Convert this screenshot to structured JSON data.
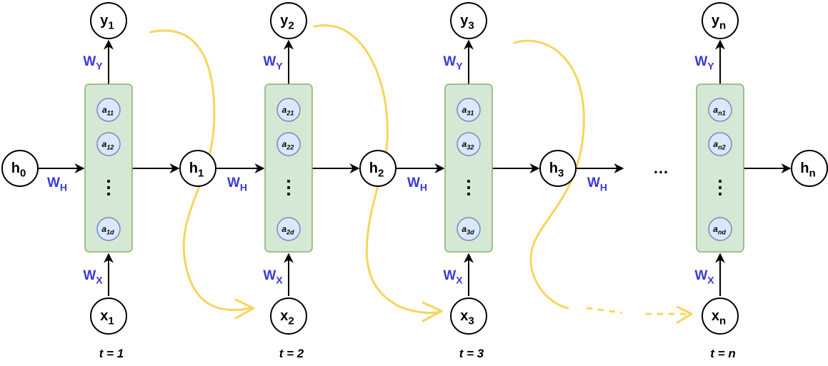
{
  "colors": {
    "cell_fill": "#d5e8d4",
    "cell_stroke": "#82b366",
    "unit_fill": "#dae8fc",
    "unit_stroke": "#6c8ebf",
    "weight_label": "#3a3ad6",
    "flow_curve": "#f7d55c",
    "edge": "#000000"
  },
  "initial_state": {
    "base": "h",
    "sub": "0"
  },
  "final_state": {
    "base": "h",
    "sub": "n"
  },
  "ellipsis": "…",
  "vertical_ellipsis": "⋮",
  "weights": {
    "wy": {
      "base": "W",
      "sub": "Y"
    },
    "wh": {
      "base": "W",
      "sub": "H"
    },
    "wx": {
      "base": "W",
      "sub": "X"
    }
  },
  "steps": [
    {
      "time_label": "t = 1",
      "output": {
        "base": "y",
        "sub": "1"
      },
      "input": {
        "base": "x",
        "sub": "1"
      },
      "hidden": {
        "base": "h",
        "sub": "1"
      },
      "units": [
        {
          "base": "a",
          "sub": "11"
        },
        {
          "base": "a",
          "sub": "12"
        },
        {
          "base": "a",
          "sub": "1d"
        }
      ]
    },
    {
      "time_label": "t = 2",
      "output": {
        "base": "y",
        "sub": "2"
      },
      "input": {
        "base": "x",
        "sub": "2"
      },
      "hidden": {
        "base": "h",
        "sub": "2"
      },
      "units": [
        {
          "base": "a",
          "sub": "21"
        },
        {
          "base": "a",
          "sub": "22"
        },
        {
          "base": "a",
          "sub": "2d"
        }
      ]
    },
    {
      "time_label": "t = 3",
      "output": {
        "base": "y",
        "sub": "3"
      },
      "input": {
        "base": "x",
        "sub": "3"
      },
      "hidden": {
        "base": "h",
        "sub": "3"
      },
      "units": [
        {
          "base": "a",
          "sub": "31"
        },
        {
          "base": "a",
          "sub": "32"
        },
        {
          "base": "a",
          "sub": "3d"
        }
      ]
    },
    {
      "time_label": "t = n",
      "output": {
        "base": "y",
        "sub": "n"
      },
      "input": {
        "base": "x",
        "sub": "n"
      },
      "units": [
        {
          "base": "a",
          "sub": "n1"
        },
        {
          "base": "a",
          "sub": "n2"
        },
        {
          "base": "a",
          "sub": "nd"
        }
      ]
    }
  ]
}
